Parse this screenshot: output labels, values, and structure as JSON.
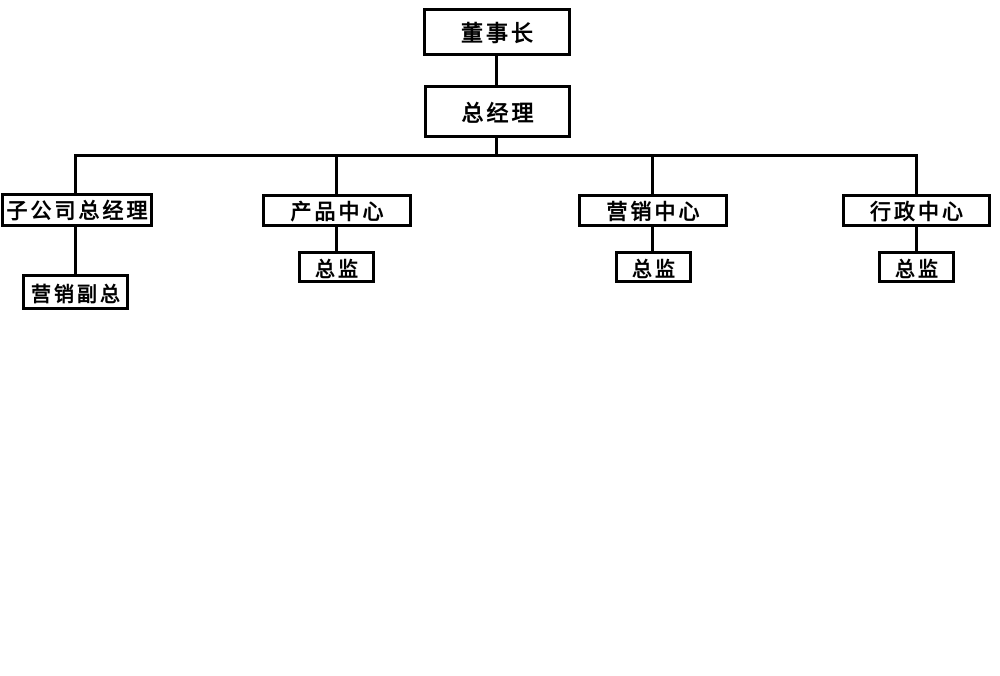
{
  "org_chart": {
    "colors": {
      "border": "#000000",
      "line": "#000000",
      "box_background": "#ffffff",
      "page_background": "#ffffff",
      "text": "#000000"
    },
    "nodes": {
      "chairman": {
        "label": "董事长"
      },
      "general_manager": {
        "label": "总经理"
      },
      "subsidiary_gm": {
        "label": "子公司总经理"
      },
      "product_center": {
        "label": "产品中心"
      },
      "marketing_center": {
        "label": "营销中心"
      },
      "admin_center": {
        "label": "行政中心"
      },
      "marketing_vp": {
        "label": "营销副总"
      },
      "product_director": {
        "label": "总监"
      },
      "marketing_director": {
        "label": "总监"
      },
      "admin_director": {
        "label": "总监"
      }
    },
    "hierarchy": {
      "chairman": [
        "general_manager"
      ],
      "general_manager": [
        "subsidiary_gm",
        "product_center",
        "marketing_center",
        "admin_center"
      ],
      "subsidiary_gm": [
        "marketing_vp"
      ],
      "product_center": [
        "product_director"
      ],
      "marketing_center": [
        "marketing_director"
      ],
      "admin_center": [
        "admin_director"
      ]
    }
  }
}
